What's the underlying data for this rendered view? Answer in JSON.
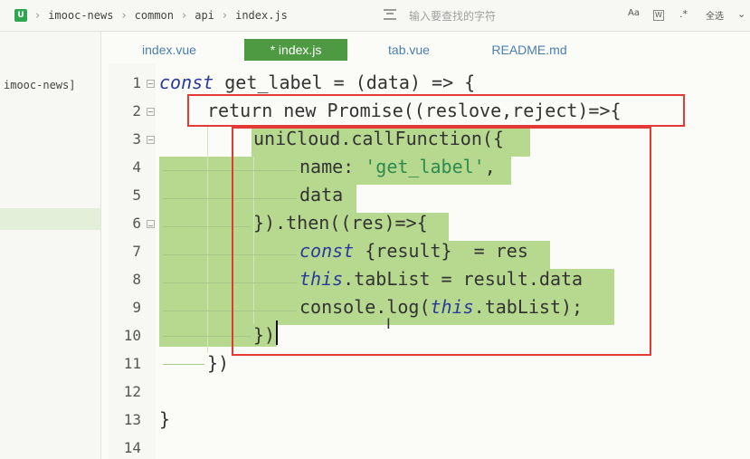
{
  "breadcrumb": {
    "app_icon": "U",
    "items": [
      "imooc-news",
      "common",
      "api",
      "index.js"
    ]
  },
  "search": {
    "placeholder": "输入要查找的字符",
    "options": {
      "match_case": "Aa",
      "whole_word": "W",
      "regex": ".*",
      "all": "全选",
      "more": "⌄"
    }
  },
  "sidebar": {
    "folder_label": "imooc-news]"
  },
  "tabs": [
    {
      "label": "index.vue",
      "active": false
    },
    {
      "label": "* index.js",
      "active": true
    },
    {
      "label": "tab.vue",
      "active": false
    },
    {
      "label": "README.md",
      "active": false
    }
  ],
  "editor": {
    "line_numbers": [
      "1",
      "2",
      "3",
      "4",
      "5",
      "6",
      "7",
      "8",
      "9",
      "10",
      "11",
      "12",
      "13",
      "14"
    ],
    "lines": {
      "l1": {
        "kw": "const",
        "rest": " get_label = (data) => {"
      },
      "l2": {
        "text": "return new Promise((reslove,reject)=>{"
      },
      "l3": {
        "text": "uniCloud.callFunction({"
      },
      "l4": {
        "key": "name: ",
        "str": "'get_label'",
        "tail": ","
      },
      "l5": {
        "text": "data"
      },
      "l6": {
        "text": "}).then((res)=>{"
      },
      "l7": {
        "kw": "const",
        "rest": " {result}  = res"
      },
      "l8": {
        "kw": "this",
        "rest": ".tabList = result.data"
      },
      "l9": {
        "pre": "console.log(",
        "kw": "this",
        "post": ".tabList);"
      },
      "l10": {
        "text": "})"
      },
      "l11": {
        "text": "})"
      },
      "l13": {
        "text": "}"
      }
    }
  },
  "colors": {
    "selection": "#b7d98f",
    "highlight_box": "#e53935",
    "keyword": "#2a3a9c",
    "string": "#2d8a50",
    "active_tab": "#4e9a43"
  }
}
